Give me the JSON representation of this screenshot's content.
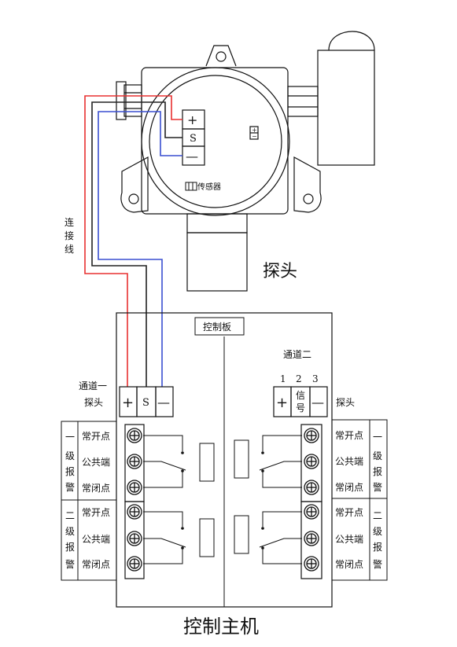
{
  "colors": {
    "wire_positive": "#e83030",
    "wire_signal": "#222222",
    "wire_negative": "#3a4fd0",
    "line": "#111111"
  },
  "probe": {
    "title": "探头",
    "sensor_label": "传感器",
    "terminal_plus": "+",
    "terminal_s": "S",
    "terminal_minus": "—"
  },
  "cable_label": [
    "连",
    "接",
    "线"
  ],
  "control_unit": {
    "title": "控制主机",
    "board_label": "控制板",
    "channel1": {
      "name": "通道一",
      "probe_label": "探头",
      "terminals": [
        "+",
        "S",
        "—"
      ]
    },
    "channel2": {
      "name": "通道二",
      "probe_label": "探头",
      "numbers": [
        "1",
        "2",
        "3"
      ],
      "terminals": [
        "+",
        "信",
        "号",
        "—"
      ]
    },
    "relay_contacts": [
      "常开点",
      "公共端",
      "常闭点"
    ],
    "alarm_level1": [
      "一",
      "级",
      "报",
      "警"
    ],
    "alarm_level2": [
      "二",
      "级",
      "报",
      "警"
    ]
  }
}
